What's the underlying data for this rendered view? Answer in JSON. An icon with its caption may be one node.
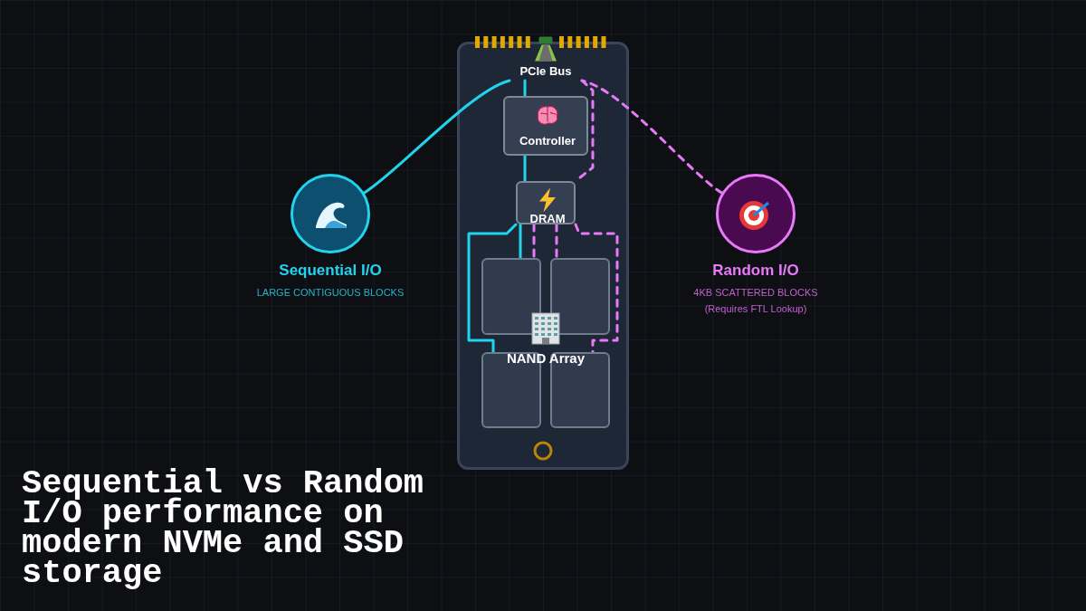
{
  "diagram": {
    "title": "Sequential vs Random I/O performance on modern NVMe and SSD storage",
    "nodes": [
      {
        "text": [
          "Sequential I/O"
        ],
        "beside": [
          "LARGE CONTIGUOUS BLOCKS"
        ]
      },
      {
        "text": [],
        "shape": "box"
      },
      {
        "text": [
          "PCIe Bus"
        ],
        "in": 1
      },
      {
        "text": [
          "Controller"
        ],
        "in": 1
      },
      {
        "text": [
          "DRAM"
        ],
        "in": 1
      },
      {
        "text": [],
        "shape": "box",
        "in": 1
      },
      {
        "text": [],
        "shape": "box",
        "in": 1
      },
      {
        "text": [],
        "shape": "box",
        "in": 1
      },
      {
        "text": [],
        "shape": "box",
        "in": 1
      },
      {
        "text": [
          "Random I/O"
        ],
        "beside": [
          "4KB SCATTERED BLOCKS",
          "(Requires FTL Lookup)"
        ]
      }
    ],
    "edges": [
      {
        "from": 0,
        "to": 2,
        "arrow": "none",
        "color": "#22d3ee"
      },
      {
        "from": 2,
        "to": 3,
        "arrow": "none",
        "color": "#22d3ee"
      },
      {
        "from": 3,
        "to": 4,
        "arrow": "none",
        "color": "#22d3ee"
      },
      {
        "from": 4,
        "to": 5,
        "arrow": "none",
        "color": "#22d3ee"
      },
      {
        "from": 4,
        "to": 7,
        "arrow": "none",
        "color": "#22d3ee"
      },
      {
        "from": 9,
        "to": 2,
        "arrow": "none",
        "style": "dashed",
        "color": "#e879f9"
      },
      {
        "from": 2,
        "to": 4,
        "arrow": "none",
        "style": "dashed",
        "color": "#e879f9"
      },
      {
        "from": 4,
        "to": 5,
        "arrow": "none",
        "style": "dashed",
        "color": "#e879f9"
      },
      {
        "from": 4,
        "to": 6,
        "arrow": "none",
        "style": "dashed",
        "color": "#e879f9"
      },
      {
        "from": 4,
        "to": 8,
        "arrow": "none",
        "style": "dashed",
        "color": "#e879f9"
      }
    ],
    "labels": [
      "NAND Array"
    ]
  }
}
